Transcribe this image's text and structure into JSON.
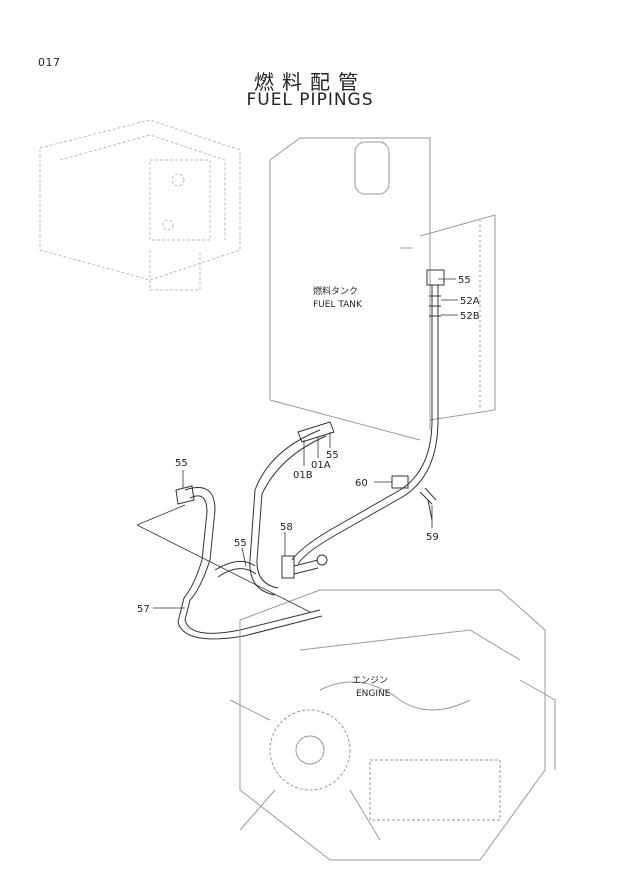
{
  "page_number": "017",
  "title_jp": "燃料配管",
  "title_en": "FUEL PIPINGS",
  "components": {
    "fuel_tank_jp": "燃料タンク",
    "fuel_tank_en": "FUEL  TANK",
    "engine_jp": "エンジン",
    "engine_en": "ENGINE"
  },
  "part_labels": {
    "p55_tank": "55",
    "p52A": "52A",
    "p52B": "52B",
    "p01B": "01B",
    "p01A": "01A",
    "p55_mid": "55",
    "p60": "60",
    "p59": "59",
    "p55_left": "55",
    "p58": "58",
    "p55_center": "55",
    "p57": "57"
  }
}
